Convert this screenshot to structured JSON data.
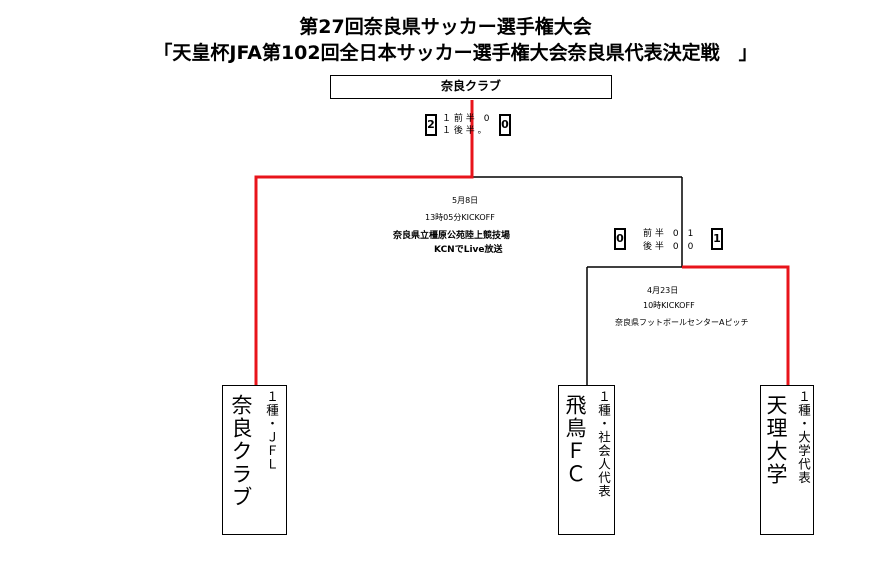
{
  "title_line1": "第27回奈良県サッカー選手権大会",
  "title_line2": "「天皇杯JFA第102回全日本サッカー選手権大会奈良県代表決定戦　」",
  "champion": "奈良クラブ",
  "final": {
    "score_left": "2",
    "score_right": "0",
    "first_half": "１ 前 半　0",
    "second_half": "１ 後 半 ｡",
    "date": "5月8日",
    "kickoff": "13時05分KICKOFF",
    "venue": "奈良県立橿原公苑陸上競技場",
    "broadcast": "KCNでLive放送"
  },
  "semi": {
    "score_left": "0",
    "score_right": "1",
    "first_half": "前 半　0　1",
    "second_half": "後 半　0　0",
    "date": "4月23日",
    "kickoff": "10時KICKOFF",
    "venue": "奈良県フットボールセンターAピッチ"
  },
  "teams": [
    {
      "name": "奈良クラブ",
      "category": "１種・ＪＦＬ"
    },
    {
      "name": "飛鳥ＦＣ",
      "category": "１種・社会人代表"
    },
    {
      "name": "天理大学",
      "category": "１種・大学代表"
    }
  ],
  "colors": {
    "winner_line": "#e8141b",
    "line": "#000000"
  }
}
